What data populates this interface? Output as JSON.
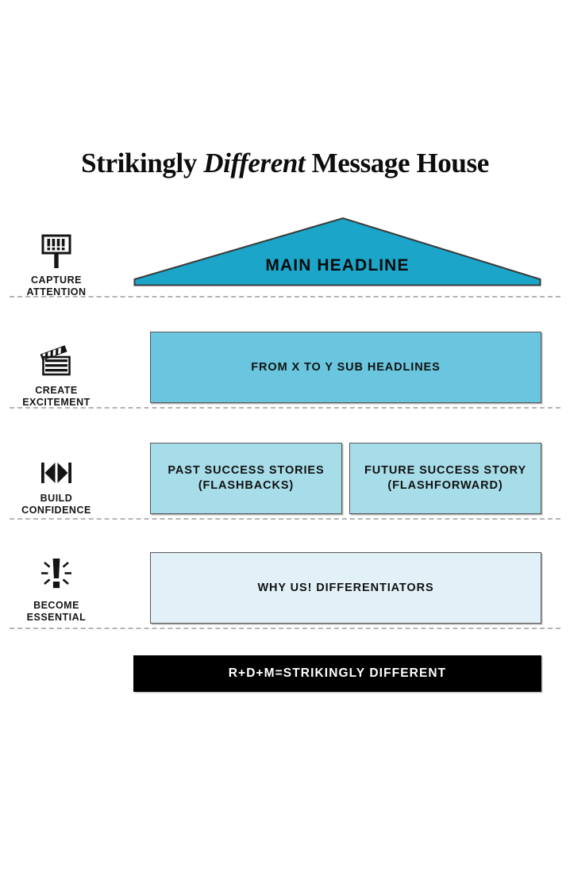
{
  "title": {
    "part1": "Strikingly ",
    "emphasis": "Different",
    "part2": " Message House"
  },
  "colors": {
    "roof": "#1BA5C9",
    "band2": "#6AC6DE",
    "band3": "#A7DCE9",
    "band4": "#E1F1F7",
    "footer": "#000000",
    "border": "#575757",
    "divider": "#b4b4b4",
    "text": "#121212",
    "footer_text": "#ffffff"
  },
  "rows": [
    {
      "stage_label": "CAPTURE\nATTENTION",
      "icon": "billboard-exclamations-icon",
      "blocks": [
        {
          "text": "MAIN HEADLINE",
          "shape": "roof",
          "fill": "#1BA5C9"
        }
      ]
    },
    {
      "stage_label": "CREATE\nEXCITEMENT",
      "icon": "clapperboard-icon",
      "blocks": [
        {
          "text": "FROM X TO Y SUB HEADLINES",
          "shape": "rect",
          "fill": "#6AC6DE"
        }
      ]
    },
    {
      "stage_label": "BUILD\nCONFIDENCE",
      "icon": "rewind-forward-icon",
      "blocks": [
        {
          "text": "PAST SUCCESS STORIES\n(FLASHBACKS)",
          "shape": "rect",
          "fill": "#A7DCE9"
        },
        {
          "text": "FUTURE SUCCESS STORY\n(FLASHFORWARD)",
          "shape": "rect",
          "fill": "#A7DCE9"
        }
      ]
    },
    {
      "stage_label": "BECOME\nESSENTIAL",
      "icon": "exclamation-burst-icon",
      "blocks": [
        {
          "text": "WHY US! DIFFERENTIATORS",
          "shape": "rect",
          "fill": "#E1F1F7"
        }
      ]
    }
  ],
  "footer": {
    "text": "R+D+M=STRIKINGLY DIFFERENT"
  }
}
